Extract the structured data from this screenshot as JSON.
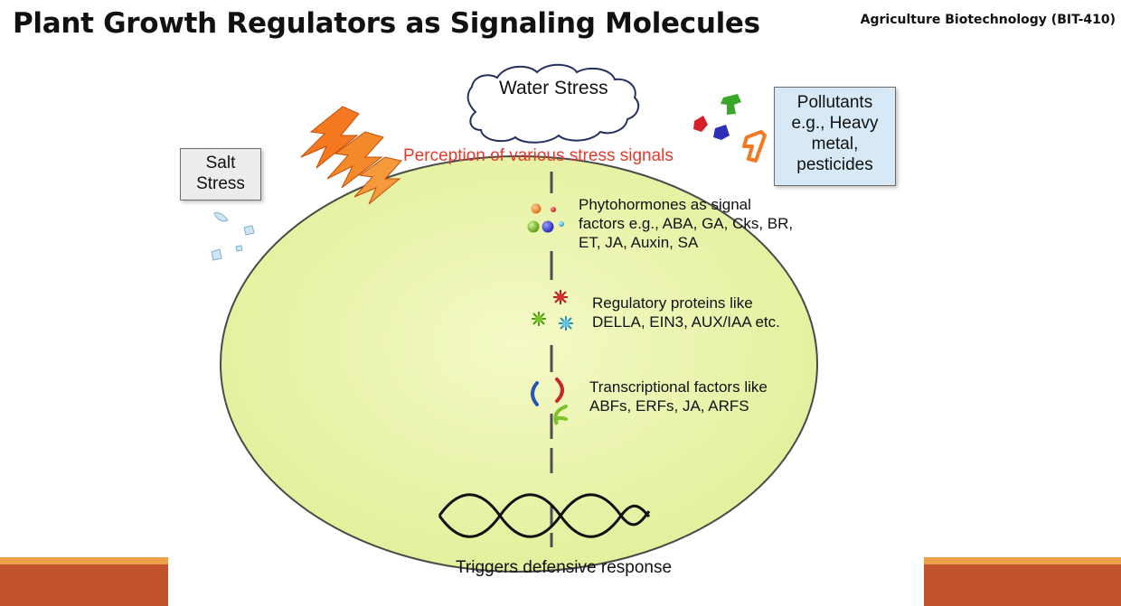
{
  "slide": {
    "title": "Plant Growth Regulators as Signaling Molecules",
    "course": "Agriculture Biotechnology (BIT-410)"
  },
  "diagram": {
    "water_stress": "Water Stress",
    "salt_stress": [
      "Salt",
      "Stress"
    ],
    "pollutants": [
      "Pollutants",
      "e.g., Heavy",
      "metal,",
      "pesticides"
    ],
    "perception": "Perception of various stress signals",
    "phytohormones": [
      "Phytohormones as signal",
      "factors e.g., ABA, GA, Cks, BR,",
      "ET, JA, Auxin, SA"
    ],
    "regulatory_proteins": [
      "Regulatory proteins like",
      "DELLA, EIN3, AUX/IAA etc."
    ],
    "transcription_factors": [
      "Transcriptional factors like",
      "ABFs, ERFs, JA, ARFS"
    ],
    "response": "Triggers defensive response"
  },
  "colors": {
    "cell_fill": "#e9f3a6",
    "perception_text": "#e23b2e",
    "footer": "#c0532a",
    "footer_stripe": "#f0a04b",
    "pollutant_box": "#d7e9f6",
    "lightning": "#f47920"
  }
}
